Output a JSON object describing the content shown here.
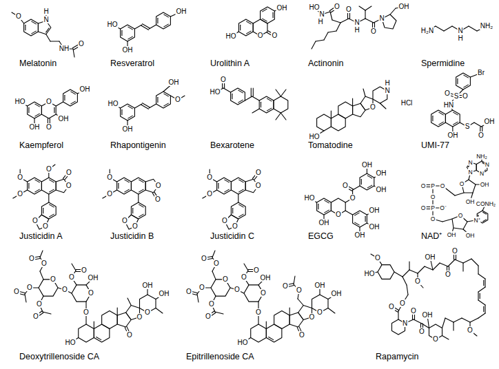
{
  "diagram": {
    "labels": [
      "O",
      "H",
      "N",
      "NH",
      "O",
      "Melatonin",
      "HO",
      "OH",
      "OH",
      "Resveratrol",
      "OH",
      "HO",
      "O",
      "O",
      "Urolithin A",
      "HO",
      "N",
      "H",
      "O",
      "O",
      "N",
      "H",
      "O",
      "N",
      "OH",
      "Actinonin",
      "H₂N",
      "N",
      "H",
      "NH₂",
      "Spermidine",
      "HO",
      "O",
      "OH",
      "OH",
      "OH",
      "O",
      "Kaempferol",
      "HO",
      "OH",
      "OH",
      "O",
      "Rhapontigenin",
      "O",
      "HO",
      "Bexarotene",
      "HO",
      "O",
      "H",
      "N",
      "HCl",
      "Tomatodine",
      "Br",
      "O",
      "S",
      "O",
      "HN",
      "OH",
      "S",
      "O",
      "OH",
      "UMI-77",
      "O",
      "O",
      "O",
      "O",
      "O",
      "O",
      "O",
      "Justicidin A",
      "O",
      "O",
      "O",
      "O",
      "O",
      "O",
      "Justicidin B",
      "O",
      "O",
      "O",
      "O",
      "O",
      "O",
      "Justicidin C",
      "OH",
      "OH",
      "OH",
      "O",
      "O",
      "HO",
      "O",
      "OH",
      "OH",
      "OH",
      "OH",
      "EGCG",
      "NH₂",
      "N",
      "N",
      "N",
      "N",
      "O",
      "OH",
      "OH",
      "O",
      "O",
      "P",
      "O",
      "O",
      "P",
      "O⁻",
      "O",
      "O",
      "OH",
      "OH",
      "N⁺",
      "CONH₂",
      "NAD⁺",
      "O",
      "O",
      "O",
      "O",
      "O",
      "O",
      "O",
      "O",
      "O",
      "O",
      "O",
      "OH",
      "O",
      "HO",
      "O",
      "O",
      "O",
      "OH",
      "OH",
      "Deoxytrillenoside CA",
      "O",
      "O",
      "O",
      "O",
      "O",
      "O",
      "O",
      "O",
      "O",
      "O",
      "O",
      "OH",
      "O",
      "HO",
      "O",
      "O",
      "O",
      "OH",
      "OH",
      "O",
      "O",
      "Epitrillenoside CA",
      "O",
      "HO",
      "OH",
      "O",
      "O",
      "O",
      "O",
      "O",
      "OH",
      "O",
      "O",
      "N",
      "O",
      "O",
      "Rapamycin"
    ]
  }
}
